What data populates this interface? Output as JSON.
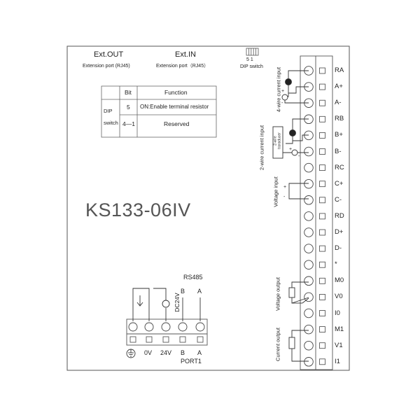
{
  "header": {
    "ext_out_title": "Ext.OUT",
    "ext_out_sub": "Extension port (RJ45)",
    "ext_in_title": "Ext.IN",
    "ext_in_sub": "Extension port（RJ45）",
    "dip_bits": "5      1",
    "dip_label": "DIP switch"
  },
  "table": {
    "col_bit": "Bit",
    "col_function": "Function",
    "row_label_1": "DIP",
    "row_label_2": "switch",
    "rows": [
      {
        "bit": "5",
        "function": "ON:Enable terminal resistor"
      },
      {
        "bit": "4—1",
        "function": "Reserved"
      }
    ]
  },
  "model": "KS133-06IV",
  "terminals": [
    "RA",
    "A+",
    "A-",
    "RB",
    "B+",
    "B-",
    "RC",
    "C+",
    "C-",
    "RD",
    "D+",
    "D-",
    "*",
    "M0",
    "V0",
    "I0",
    "M1",
    "V1",
    "I1"
  ],
  "wiring": {
    "four_wire": "4-wire current input",
    "two_wire": "2-wire current input",
    "transducer_1": "2-wire",
    "transducer_2": "transducer",
    "voltage_input": "Voltage input",
    "voltage_output": "Voltage output",
    "current_output": "Current output",
    "plus": "+",
    "minus": "-"
  },
  "port1": {
    "rs485": "RS485",
    "b_top": "B",
    "a_top": "A",
    "dc24v": "DC24V",
    "labels": [
      "0V",
      "24V",
      "B",
      "A"
    ],
    "name": "PORT1"
  }
}
